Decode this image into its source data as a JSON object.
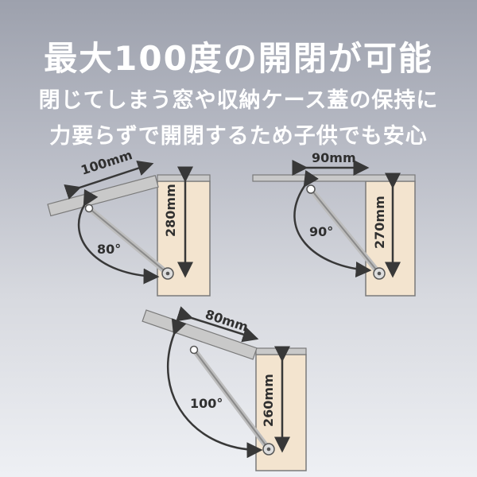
{
  "headline": {
    "line1": "最大100度の開閉が可能",
    "line2": "閉じてしまう窓や収納ケース蓋の保持に",
    "line3": "力要らずで開閉するため子供でも安心"
  },
  "diagrams": [
    {
      "angle_label": "80°",
      "width_label": "100mm",
      "height_label": "280mm"
    },
    {
      "angle_label": "90°",
      "width_label": "90mm",
      "height_label": "270mm"
    },
    {
      "angle_label": "100°",
      "width_label": "80mm",
      "height_label": "260mm"
    }
  ],
  "colors": {
    "cabinet": "#f3e4cf",
    "lid": "#c9c9c9",
    "line": "#383838",
    "strut": "#b8b8b8"
  }
}
